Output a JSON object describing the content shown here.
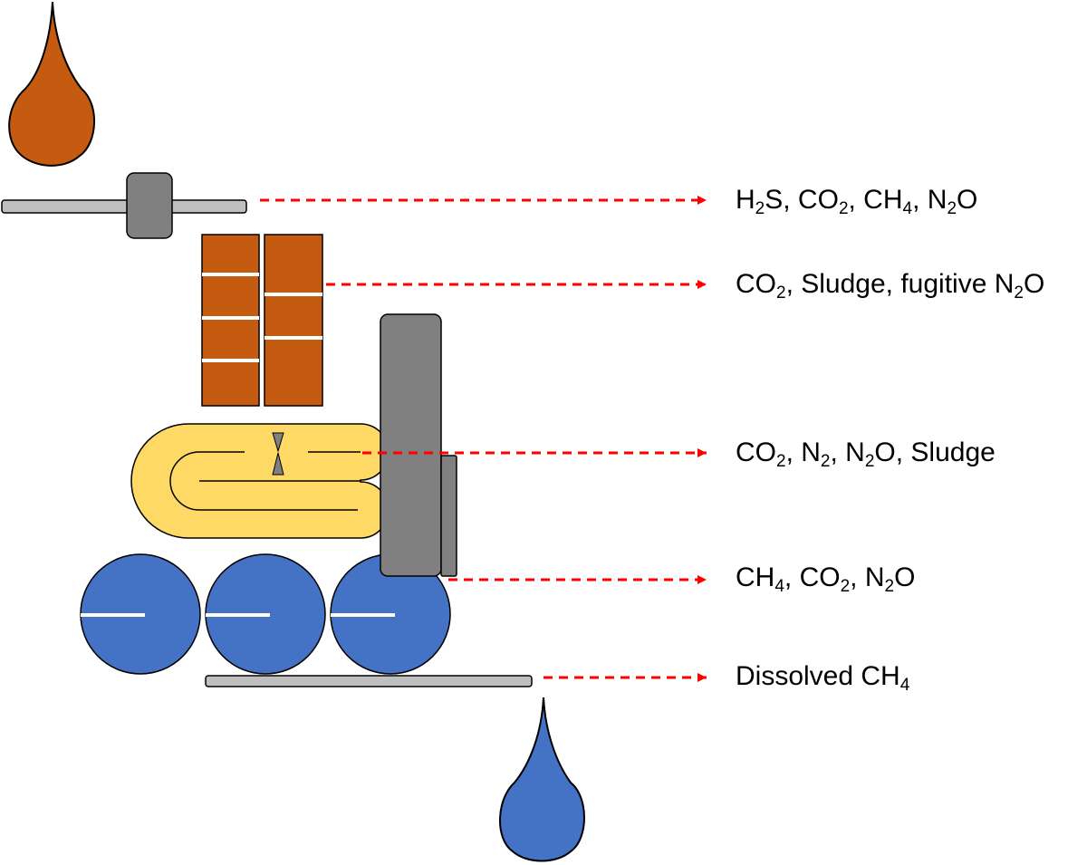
{
  "colors": {
    "influent_drop": "#c55a11",
    "effluent_drop": "#4472c4",
    "screen_bar": "#bfbfbf",
    "housing_gray": "#808080",
    "brick": "#c55a11",
    "aeration_basin": "#ffd966",
    "digester": "#4472c4",
    "arrow": "#ff0000"
  },
  "icons": [
    "influent-drop-icon",
    "screen-icon",
    "brick-filter-icon",
    "aeration-basin-icon",
    "clarifier-icon",
    "digester-icon",
    "effluent-pipe-icon",
    "effluent-drop-icon"
  ],
  "labels": [
    {
      "id": "label-0",
      "segments": [
        {
          "t": "H"
        },
        {
          "t": "2",
          "sub": true
        },
        {
          "t": "S, CO"
        },
        {
          "t": "2",
          "sub": true
        },
        {
          "t": ", CH"
        },
        {
          "t": "4",
          "sub": true
        },
        {
          "t": ", N"
        },
        {
          "t": "2",
          "sub": true
        },
        {
          "t": "O"
        }
      ]
    },
    {
      "id": "label-1",
      "segments": [
        {
          "t": "CO"
        },
        {
          "t": "2",
          "sub": true
        },
        {
          "t": ", Sludge, fugitive N"
        },
        {
          "t": "2",
          "sub": true
        },
        {
          "t": "O"
        }
      ]
    },
    {
      "id": "label-2",
      "segments": [
        {
          "t": "CO"
        },
        {
          "t": "2",
          "sub": true
        },
        {
          "t": ", N"
        },
        {
          "t": "2",
          "sub": true
        },
        {
          "t": ", N"
        },
        {
          "t": "2",
          "sub": true
        },
        {
          "t": "O, Sludge"
        }
      ]
    },
    {
      "id": "label-3",
      "segments": [
        {
          "t": "CH"
        },
        {
          "t": "4",
          "sub": true
        },
        {
          "t": ", CO"
        },
        {
          "t": "2",
          "sub": true
        },
        {
          "t": ", N"
        },
        {
          "t": "2",
          "sub": true
        },
        {
          "t": "O"
        }
      ]
    },
    {
      "id": "label-4",
      "segments": [
        {
          "t": "Dissolved CH"
        },
        {
          "t": "4",
          "sub": true
        }
      ]
    }
  ]
}
